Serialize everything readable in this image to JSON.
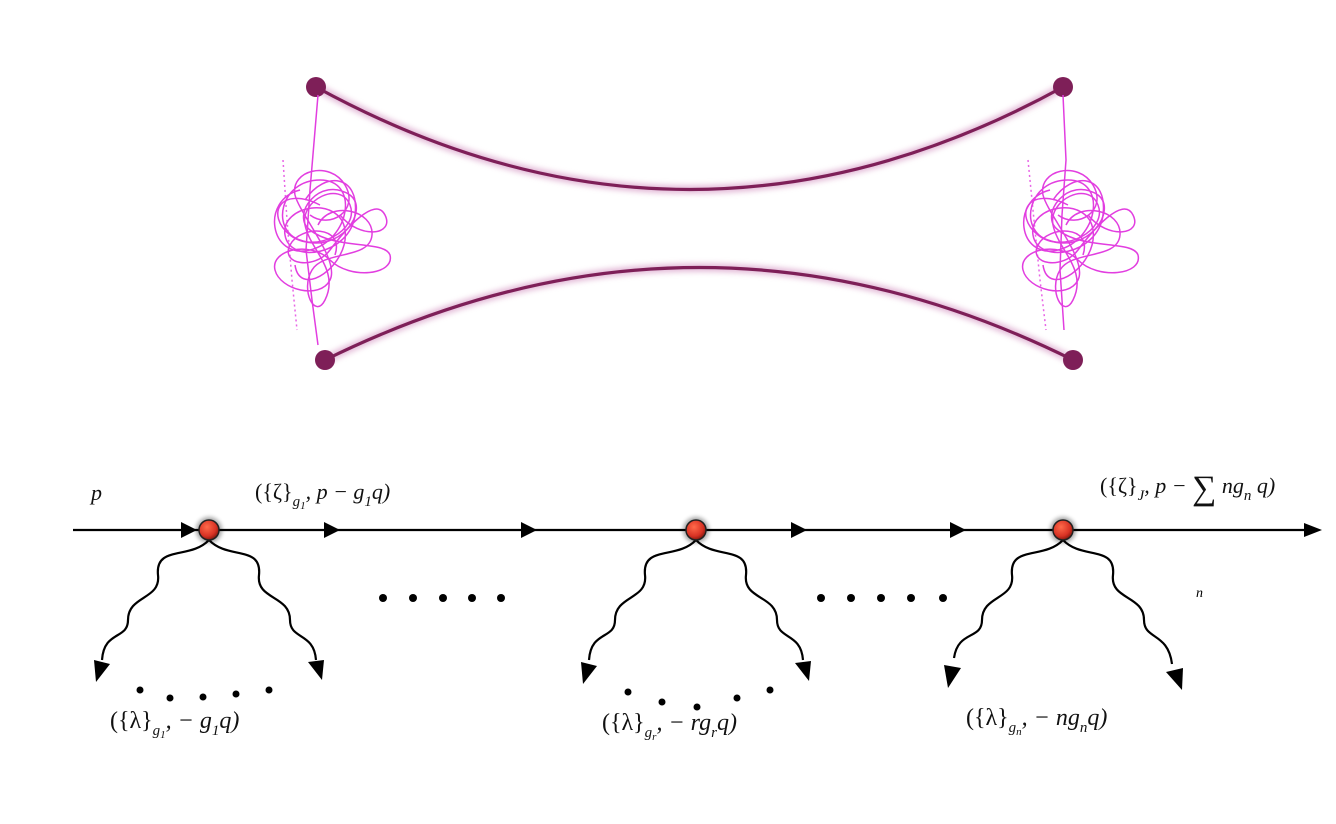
{
  "colors": {
    "string": "#7e1f58",
    "string_glow": "#d9a6c8",
    "tangle": "#e23ee0",
    "line": "#000000",
    "vertex": "#d83224"
  },
  "labels": {
    "p_in": "p",
    "out1": {
      "open": "({ζ}",
      "sub": "g",
      "subsub": "1",
      "rest": ", p − g",
      "rest_sub": "1",
      "tail": "q)"
    },
    "outJ": {
      "open": "({ζ}",
      "sub": "J",
      "rest": ", p −",
      "sum": "∑",
      "sum_index": "n",
      "tail_a": " ng",
      "tail_sub": "n",
      "tail_b": " q)"
    },
    "em1": {
      "open": "({λ}",
      "sub": "g",
      "subsub": "1",
      "rest": ", − g",
      "rest_sub": "1",
      "tail": "q)"
    },
    "emr": {
      "open": "({λ}",
      "sub": "g",
      "subsub": "r",
      "rest": ", − rg",
      "rest_sub": "r",
      "tail": "q)"
    },
    "emn": {
      "open": "({λ}",
      "sub": "g",
      "subsub": "n",
      "rest": ", − ng",
      "rest_sub": "n",
      "tail": "q)"
    }
  }
}
